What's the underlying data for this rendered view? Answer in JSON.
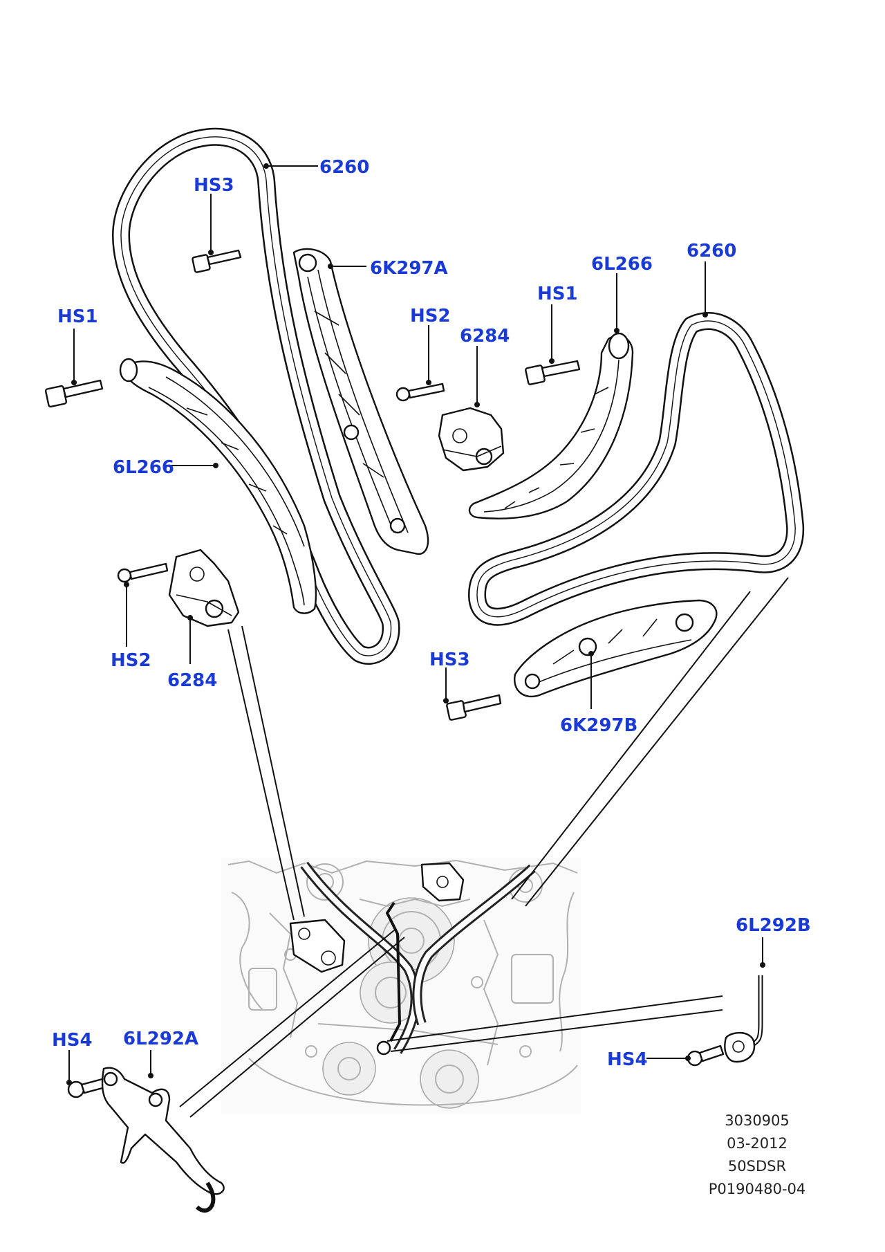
{
  "labels": {
    "chain_upper": "6260",
    "hs3_top": "HS3",
    "guide_6k297a": "6K297A",
    "hs1_left": "HS1",
    "guide_6l266_left": "6L266",
    "hs2_left": "HS2",
    "tensioner_left": "6284",
    "hs2_mid": "HS2",
    "tensioner_mid": "6284",
    "hs1_right": "HS1",
    "guide_6l266_right": "6L266",
    "chain_right": "6260",
    "hs3_right": "HS3",
    "guide_6k297b": "6K297B",
    "hs4_left": "HS4",
    "bracket_6l292a": "6L292A",
    "bracket_6l292b": "6L292B",
    "hs4_right": "HS4"
  },
  "footer": {
    "line1": "3030905",
    "line2": "03-2012",
    "line3": "50SDSR",
    "line4": "P0190480-04"
  },
  "colors": {
    "label": "#1a3ad6",
    "linework": "#111111",
    "engine_ghost": "#b0b0b0"
  }
}
